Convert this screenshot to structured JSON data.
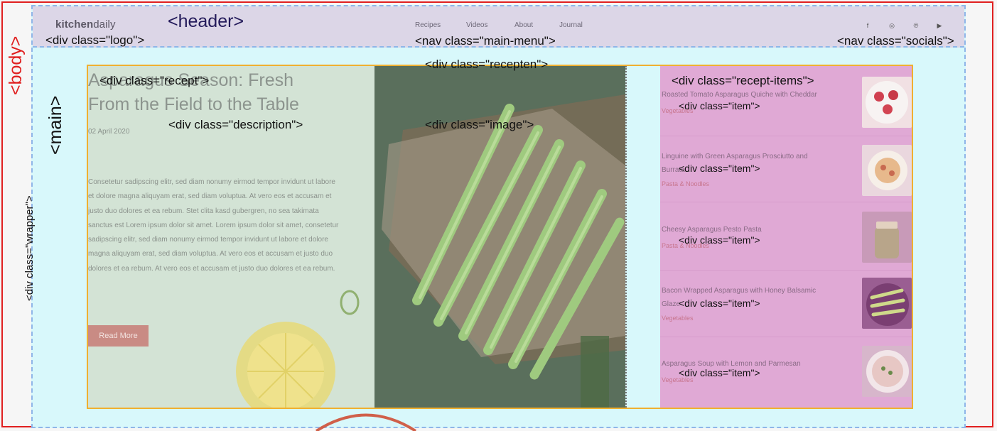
{
  "annotations": {
    "body": "<body>",
    "wrapper": "<div class=\"wrapper\">",
    "header": "<header>",
    "logo": "<div class=\"logo\">",
    "main_menu": "<nav class=\"main-menu\">",
    "socials": "<nav class=\"socials\">",
    "main": "<main>",
    "recepten": "<div class=\"recepten\">",
    "recept": "<div class=\"recept\">",
    "description": "<div class=\"description\">",
    "image": "<div class=\"image\">",
    "recept_items": "<div class=\"recept-items\">",
    "item": "<div class=\"item\">"
  },
  "header": {
    "logo_bold": "kitchen",
    "logo_regular": "daily",
    "menu": [
      "Recipes",
      "Videos",
      "About",
      "Journal"
    ],
    "socials": [
      {
        "icon": "facebook-icon",
        "glyph": "f"
      },
      {
        "icon": "instagram-icon",
        "glyph": "◎"
      },
      {
        "icon": "pinterest-icon",
        "glyph": "℗"
      },
      {
        "icon": "youtube-icon",
        "glyph": "▶"
      }
    ]
  },
  "recept": {
    "title_line1": "Asparagus Season: Fresh",
    "title_line2": "From the Field to the Table",
    "date": "02 April 2020",
    "description": "Consetetur sadipscing elitr, sed diam nonumy eirmod tempor invidunt ut labore et dolore magna aliquyam erat, sed diam voluptua. At vero eos et accusam et justo duo dolores et ea rebum. Stet clita kasd gubergren, no sea takimata sanctus est Lorem ipsum dolor sit amet. Lorem ipsum dolor sit amet, consetetur sadipscing elitr, sed diam nonumy eirmod tempor invidunt ut labore et dolore magna aliquyam erat, sed diam voluptua. At vero eos et accusam et justo duo dolores et ea rebum. At vero eos et accusam et justo duo dolores et ea rebum.",
    "button": "Read More"
  },
  "items": [
    {
      "title": "Roasted Tomato Asparagus Quiche with Cheddar",
      "category": "Vegetables"
    },
    {
      "title": "Linguine with Green Asparagus Prosciutto and Burrata",
      "category": "Pasta & Noodles"
    },
    {
      "title": "Cheesy Asparagus Pesto Pasta",
      "category": "Pasta & Noodles"
    },
    {
      "title": "Bacon Wrapped Asparagus with Honey Balsamic Glaze",
      "category": "Vegetables"
    },
    {
      "title": "Asparagus Soup with Lemon and Parmesan",
      "category": "Vegetables"
    }
  ],
  "colors": {
    "body_outline": "#e02020",
    "wrapper_bg": "#d8f8fb",
    "header_bg": "#dcd6e7",
    "recept_bg": "#d3e3d5",
    "items_bg": "#e0a9d5",
    "recepten_outline": "#f0b030",
    "button_bg": "#c98b84"
  }
}
